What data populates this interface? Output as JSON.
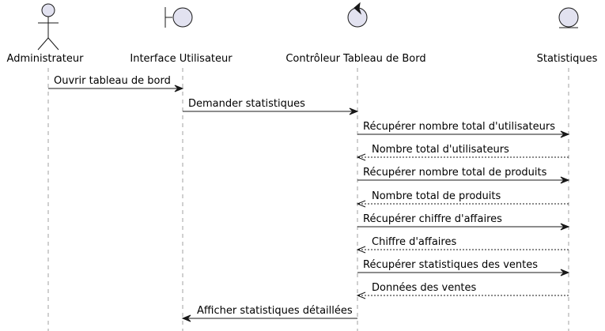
{
  "colors": {
    "participant_fill": "#e2e2f0",
    "outline": "#181818",
    "lifeline": "#a0a0a0"
  },
  "participants": [
    {
      "id": "admin",
      "label": "Administrateur",
      "kind": "actor"
    },
    {
      "id": "ui",
      "label": "Interface Utilisateur",
      "kind": "boundary"
    },
    {
      "id": "ctrl",
      "label": "Contrôleur Tableau de Bord",
      "kind": "control"
    },
    {
      "id": "stats",
      "label": "Statistiques",
      "kind": "entity"
    }
  ],
  "messages": [
    {
      "from": "admin",
      "to": "ui",
      "label": "Ouvrir tableau de bord",
      "style": "solid"
    },
    {
      "from": "ui",
      "to": "ctrl",
      "label": "Demander statistiques",
      "style": "solid"
    },
    {
      "from": "ctrl",
      "to": "stats",
      "label": "Récupérer nombre total d'utilisateurs",
      "style": "solid"
    },
    {
      "from": "stats",
      "to": "ctrl",
      "label": "Nombre total d'utilisateurs",
      "style": "dashed"
    },
    {
      "from": "ctrl",
      "to": "stats",
      "label": "Récupérer nombre total de produits",
      "style": "solid"
    },
    {
      "from": "stats",
      "to": "ctrl",
      "label": "Nombre total de produits",
      "style": "dashed"
    },
    {
      "from": "ctrl",
      "to": "stats",
      "label": "Récupérer chiffre d'affaires",
      "style": "solid"
    },
    {
      "from": "stats",
      "to": "ctrl",
      "label": "Chiffre d'affaires",
      "style": "dashed"
    },
    {
      "from": "ctrl",
      "to": "stats",
      "label": "Récupérer statistiques des ventes",
      "style": "solid"
    },
    {
      "from": "stats",
      "to": "ctrl",
      "label": "Données des ventes",
      "style": "dashed"
    },
    {
      "from": "ctrl",
      "to": "ui",
      "label": "Afficher statistiques détaillées",
      "style": "solid"
    }
  ]
}
